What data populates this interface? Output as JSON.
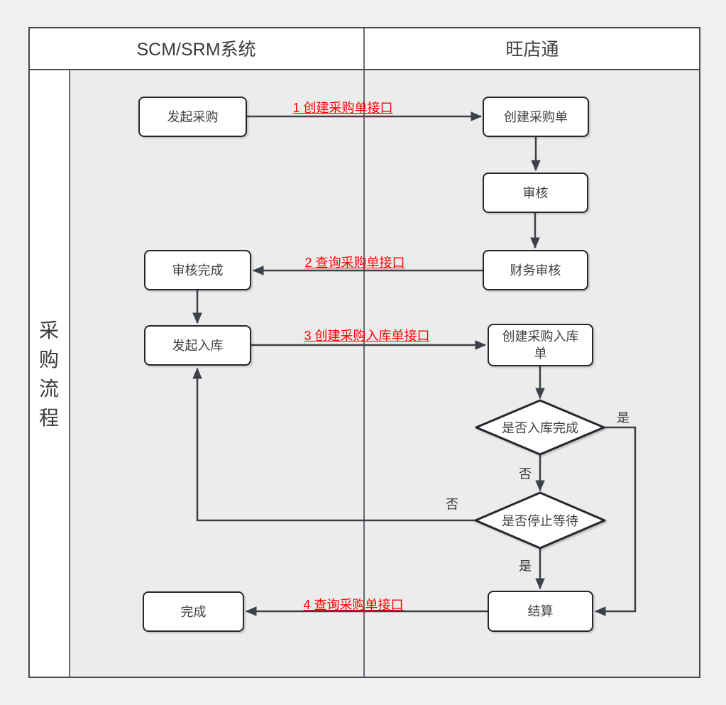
{
  "diagram": {
    "pool_title": "采购流程",
    "lanes": [
      {
        "label": "SCM/SRM系统"
      },
      {
        "label": "旺店通"
      }
    ],
    "nodes": {
      "initiate_purchase": {
        "label": "发起采购",
        "type": "process",
        "lane": "SCM/SRM系统"
      },
      "create_po": {
        "label": "创建采购单",
        "type": "process",
        "lane": "旺店通"
      },
      "review": {
        "label": "审核",
        "type": "process",
        "lane": "旺店通"
      },
      "finance_review": {
        "label": "财务审核",
        "type": "process",
        "lane": "旺店通"
      },
      "review_done": {
        "label": "审核完成",
        "type": "process",
        "lane": "SCM/SRM系统"
      },
      "initiate_inbound": {
        "label": "发起入库",
        "type": "process",
        "lane": "SCM/SRM系统"
      },
      "create_inbound": {
        "label": "创建采购入库单",
        "type": "process",
        "lane": "旺店通"
      },
      "inbound_complete_q": {
        "label": "是否入库完成",
        "type": "decision",
        "lane": "旺店通"
      },
      "stop_waiting_q": {
        "label": "是否停止等待",
        "type": "decision",
        "lane": "旺店通"
      },
      "settlement": {
        "label": "结算",
        "type": "process",
        "lane": "旺店通"
      },
      "complete": {
        "label": "完成",
        "type": "process",
        "lane": "SCM/SRM系统"
      }
    },
    "edge_labels": {
      "api1": {
        "label": "1 创建采购单接口",
        "color": "#ff0000"
      },
      "api2": {
        "label": "2 查询采购单接口",
        "color": "#ff0000"
      },
      "api3": {
        "label": "3 创建采购入库单接口",
        "color": "#ff0000"
      },
      "api4": {
        "label": "4 查询采购单接口",
        "color": "#ff0000"
      },
      "inbound_yes": {
        "label": "是"
      },
      "inbound_no": {
        "label": "否"
      },
      "wait_no": {
        "label": "否"
      },
      "wait_yes": {
        "label": "是"
      }
    },
    "colors": {
      "edge_label_red": "#ff0000",
      "line": "#3c4048",
      "node_border": "#23282f",
      "lane_background": "#ececec",
      "header_background": "#ffffff",
      "page_background": "#f0f0f0"
    }
  }
}
